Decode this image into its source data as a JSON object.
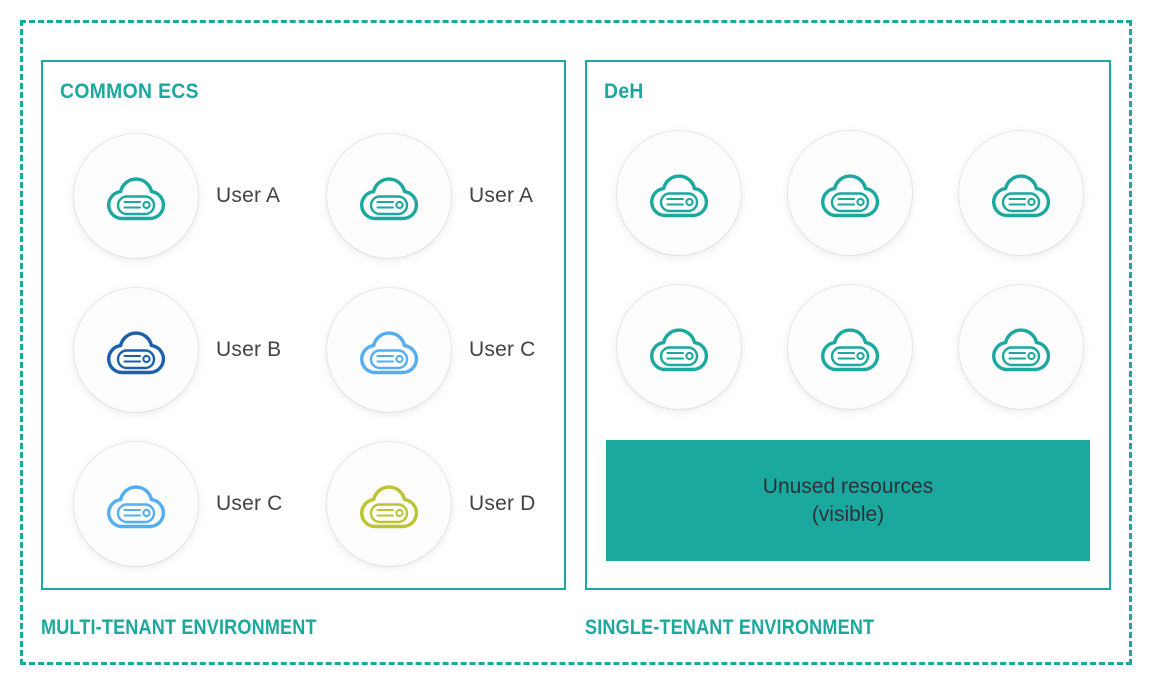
{
  "diagram": {
    "outer_boundary": {
      "style": "dashed",
      "color": "#1aa89f"
    },
    "left_panel": {
      "title": "COMMON ECS",
      "caption": "MULTI-TENANT ENVIRONMENT",
      "nodes": [
        {
          "label": "User A",
          "color": "#1aa89f",
          "icon": "cloud-server-icon"
        },
        {
          "label": "User A",
          "color": "#1aa89f",
          "icon": "cloud-server-icon"
        },
        {
          "label": "User B",
          "color": "#1b5fad",
          "icon": "cloud-server-icon"
        },
        {
          "label": "User C",
          "color": "#55aef0",
          "icon": "cloud-server-icon"
        },
        {
          "label": "User C",
          "color": "#55aef0",
          "icon": "cloud-server-icon"
        },
        {
          "label": "User D",
          "color": "#bcc431",
          "icon": "cloud-server-icon"
        }
      ]
    },
    "right_panel": {
      "title": "DeH",
      "caption": "SINGLE-TENANT ENVIRONMENT",
      "nodes": [
        {
          "label": "",
          "color": "#1aa89f",
          "icon": "cloud-server-icon"
        },
        {
          "label": "",
          "color": "#1aa89f",
          "icon": "cloud-server-icon"
        },
        {
          "label": "",
          "color": "#1aa89f",
          "icon": "cloud-server-icon"
        },
        {
          "label": "",
          "color": "#1aa89f",
          "icon": "cloud-server-icon"
        },
        {
          "label": "",
          "color": "#1aa89f",
          "icon": "cloud-server-icon"
        },
        {
          "label": "",
          "color": "#1aa89f",
          "icon": "cloud-server-icon"
        }
      ],
      "unused_block": {
        "line1": "Unused resources",
        "line2": "(visible)",
        "background": "#1aa89f"
      }
    },
    "colors": {
      "teal": "#1aa89f",
      "dark_blue": "#1b5fad",
      "light_blue": "#55aef0",
      "olive": "#bcc431",
      "text": "#404348"
    }
  }
}
